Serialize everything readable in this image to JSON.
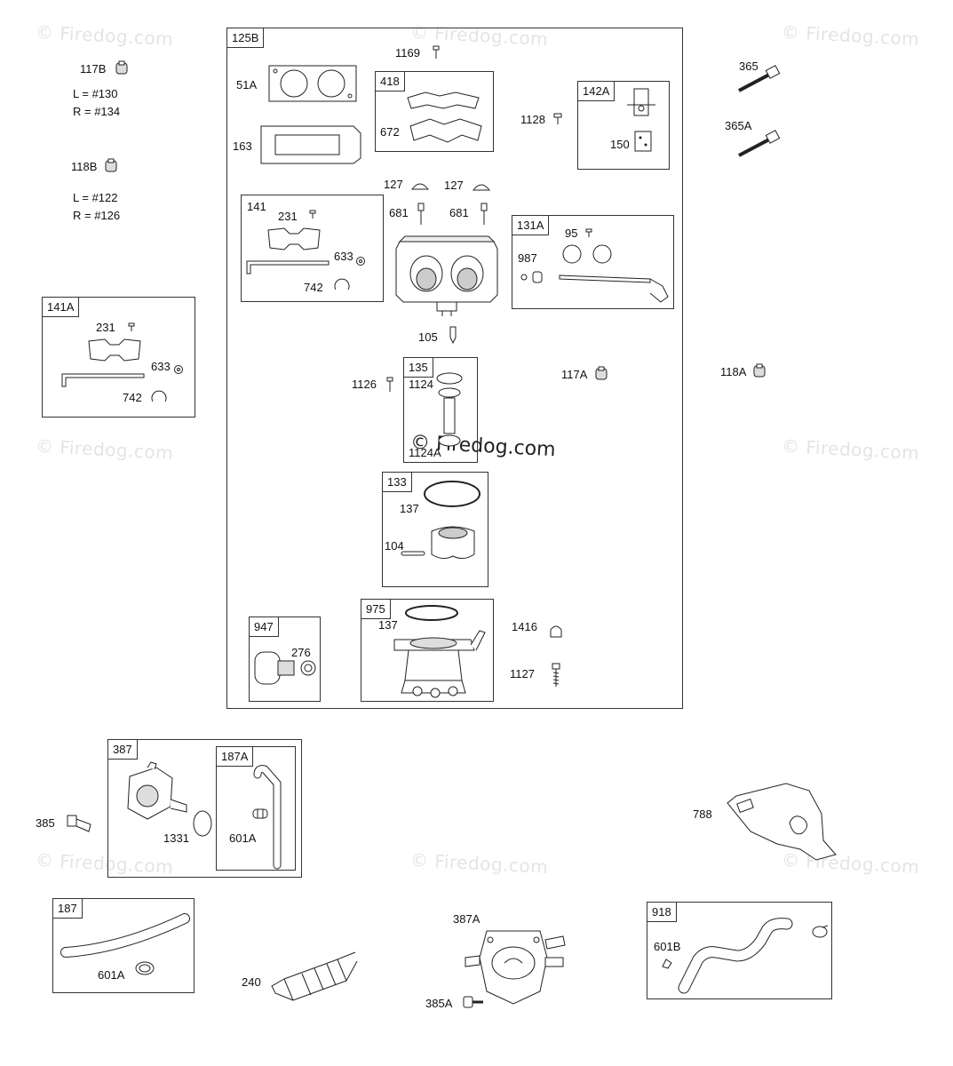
{
  "watermark": "© Firedog.com",
  "notes": {
    "n117b_l": "L =  #130",
    "n117b_r": "R =  #134",
    "n118b_l": "L =  #122",
    "n118b_r": "R =  #126"
  },
  "groups": {
    "g125b": "125B",
    "g418": "418",
    "g142a": "142A",
    "g141": "141",
    "g131a": "131A",
    "g141a": "141A",
    "g135": "135",
    "g133": "133",
    "g947": "947",
    "g975": "975",
    "g387": "387",
    "g187a": "187A",
    "g187": "187",
    "g918": "918"
  },
  "parts": {
    "p117b": "117B",
    "p118b": "118B",
    "p1169": "1169",
    "p51a": "51A",
    "p163": "163",
    "p672": "672",
    "p1128": "1128",
    "p150": "150",
    "p365": "365",
    "p365a": "365A",
    "p127a": "127",
    "p127b": "127",
    "p681a": "681",
    "p681b": "681",
    "p231": "231",
    "p633": "633",
    "p742": "742",
    "p95": "95",
    "p987": "987",
    "p231b": "231",
    "p633b": "633",
    "p742b": "742",
    "p105": "105",
    "p1126": "1126",
    "p1124": "1124",
    "p1124a": "1124A",
    "p117a": "117A",
    "p118a": "118A",
    "p137": "137",
    "p104": "104",
    "p276": "276",
    "p137b": "137",
    "p1416": "1416",
    "p1127": "1127",
    "p385": "385",
    "p1331": "1331",
    "p601a": "601A",
    "p788": "788",
    "p601a2": "601A",
    "p240": "240",
    "p387a": "387A",
    "p385a": "385A",
    "p601b": "601B"
  }
}
